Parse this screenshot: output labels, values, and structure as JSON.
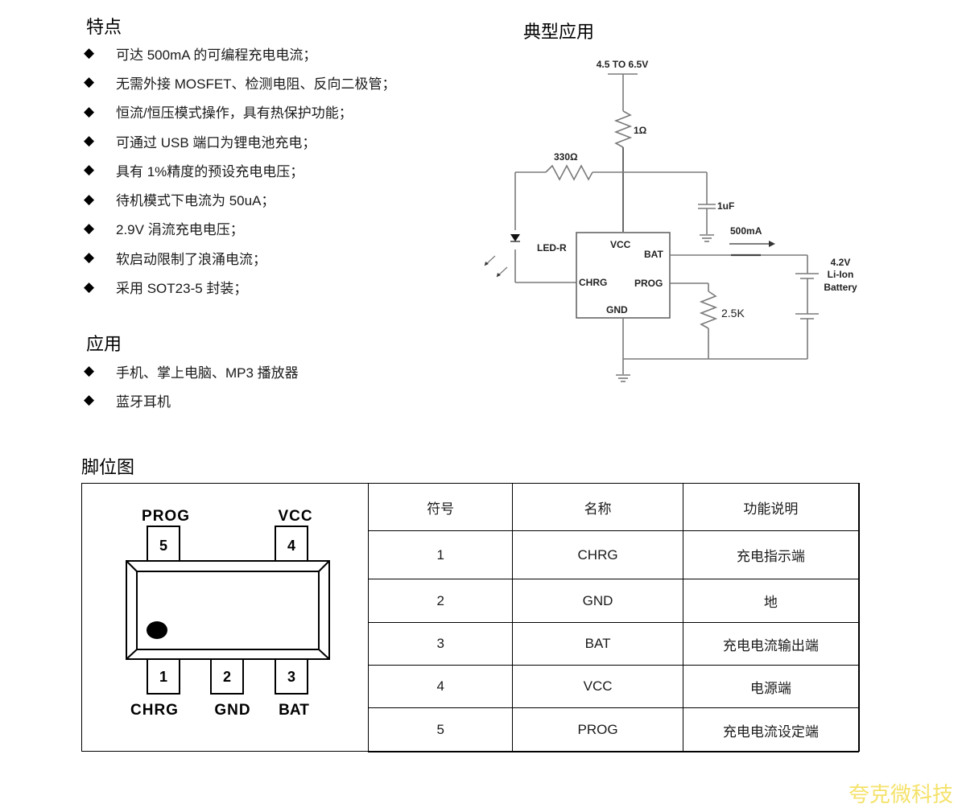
{
  "features": {
    "title": "特点",
    "bullet_glyph": "◆",
    "items": [
      "可达 500mA 的可编程充电电流；",
      "无需外接 MOSFET、检测电阻、反向二极管；",
      "恒流/恒压模式操作，具有热保护功能；",
      "可通过 USB 端口为锂电池充电；",
      "具有 1%精度的预设充电电压；",
      "待机模式下电流为 50uA；",
      "2.9V 涓流充电电压；",
      "软启动限制了浪涌电流；",
      "采用 SOT23-5 封装；"
    ]
  },
  "applications": {
    "title": "应用",
    "items": [
      "手机、掌上电脑、MP3 播放器",
      "蓝牙耳机"
    ]
  },
  "typical_app": {
    "title": "典型应用",
    "labels": {
      "supply": "4.5 TO 6.5V",
      "r1": "1Ω",
      "r2": "330Ω",
      "cap": "1uF",
      "current": "500mA",
      "led": "LED-R",
      "vcc": "VCC",
      "bat": "BAT",
      "chrg": "CHRG",
      "prog": "PROG",
      "gnd": "GND",
      "rprog": "2.5K",
      "batt_v": "4.2V",
      "batt_type": "Li-Ion",
      "batt_word": "Battery"
    }
  },
  "pinout": {
    "title": "脚位图",
    "package": {
      "top_pins": [
        {
          "num": "5",
          "name": "PROG"
        },
        {
          "num": "4",
          "name": "VCC"
        }
      ],
      "bottom_pins": [
        {
          "num": "1",
          "name": "CHRG"
        },
        {
          "num": "2",
          "name": "GND"
        },
        {
          "num": "3",
          "name": "BAT"
        }
      ]
    },
    "table": {
      "headers": [
        "符号",
        "名称",
        "功能说明"
      ],
      "rows": [
        [
          "1",
          "CHRG",
          "充电指示端"
        ],
        [
          "2",
          "GND",
          "地"
        ],
        [
          "3",
          "BAT",
          "充电电流输出端"
        ],
        [
          "4",
          "VCC",
          "电源端"
        ],
        [
          "5",
          "PROG",
          "充电电流设定端"
        ]
      ]
    }
  },
  "watermark": "夸克微科技"
}
